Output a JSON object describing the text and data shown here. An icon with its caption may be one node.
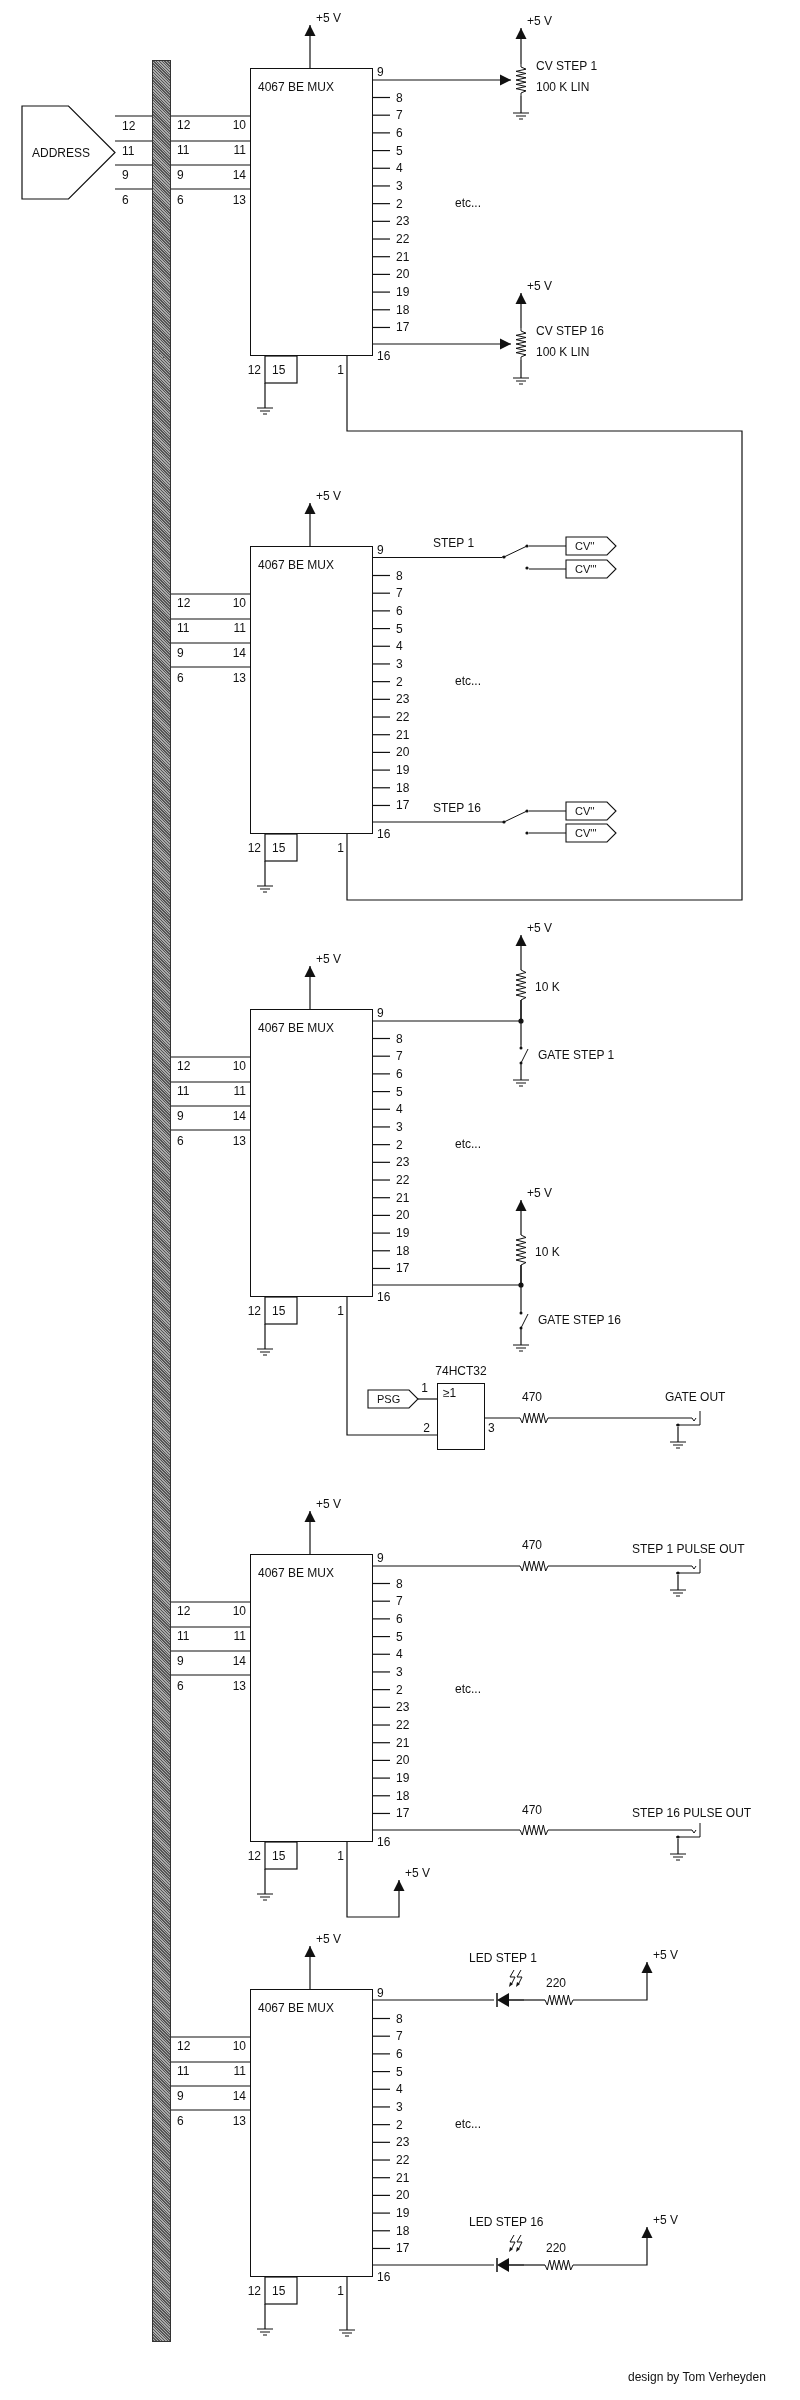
{
  "diagram": {
    "nodes": [
      {
        "text": [
          "ADDRESS"
        ]
      },
      {
        "text": [],
        "shape": "bar"
      },
      {
        "text": [
          "4067 BE MUX"
        ]
      },
      {
        "text": [],
        "shape": "potentiometer",
        "beside": [
          "CV STEP 1",
          "100 K LIN"
        ]
      },
      {
        "text": [],
        "shape": "potentiometer",
        "beside": [
          "CV STEP 16",
          "100 K LIN"
        ]
      },
      {
        "text": [
          "4067 BE MUX"
        ]
      },
      {
        "text": [],
        "shape": "switch"
      },
      {
        "text": [
          "CV''"
        ]
      },
      {
        "text": [
          "CV'''"
        ]
      },
      {
        "text": [],
        "shape": "switch"
      },
      {
        "text": [
          "CV''"
        ]
      },
      {
        "text": [
          "CV'''"
        ]
      },
      {
        "text": [
          "4067 BE MUX"
        ]
      },
      {
        "text": [],
        "shape": "resistor",
        "beside": [
          "10 K"
        ]
      },
      {
        "text": [],
        "shape": "switch",
        "beside": [
          "GATE STEP 1"
        ]
      },
      {
        "text": [],
        "shape": "resistor",
        "beside": [
          "10 K"
        ]
      },
      {
        "text": [],
        "shape": "switch",
        "beside": [
          "GATE STEP 16"
        ]
      },
      {
        "text": [
          "74HCT32",
          "≥1"
        ]
      },
      {
        "text": [
          "PSG"
        ]
      },
      {
        "text": [],
        "shape": "resistor",
        "beside": [
          "470"
        ]
      },
      {
        "text": [],
        "shape": "jack",
        "beside": [
          "GATE OUT"
        ]
      },
      {
        "text": [
          "4067 BE MUX"
        ]
      },
      {
        "text": [],
        "shape": "resistor",
        "beside": [
          "470"
        ]
      },
      {
        "text": [],
        "shape": "jack",
        "beside": [
          "STEP 1 PULSE OUT"
        ]
      },
      {
        "text": [],
        "shape": "resistor",
        "beside": [
          "470"
        ]
      },
      {
        "text": [],
        "shape": "jack",
        "beside": [
          "STEP 16 PULSE OUT"
        ]
      },
      {
        "text": [
          "4067 BE MUX"
        ]
      },
      {
        "text": [],
        "shape": "diode",
        "beside": [
          "LED STEP 1"
        ]
      },
      {
        "text": [],
        "shape": "resistor",
        "beside": [
          "220"
        ]
      },
      {
        "text": [],
        "shape": "diode",
        "beside": [
          "LED STEP 16"
        ]
      },
      {
        "text": [],
        "shape": "resistor",
        "beside": [
          "220"
        ]
      },
      {
        "text": [
          "+5 V"
        ]
      },
      {
        "text": [
          "+5 V"
        ]
      },
      {
        "text": [
          "+5 V"
        ]
      },
      {
        "text": [
          "+5 V"
        ]
      },
      {
        "text": [
          "+5 V"
        ]
      },
      {
        "text": [
          "+5 V"
        ]
      },
      {
        "text": [
          "+5 V"
        ]
      },
      {
        "text": [
          "+5 V"
        ]
      },
      {
        "text": [
          "+5 V"
        ]
      },
      {
        "text": [
          "+5 V"
        ]
      },
      {
        "text": [
          "+5 V"
        ]
      },
      {
        "text": [
          "+5 V"
        ]
      }
    ],
    "edges": [
      {
        "from": 0,
        "to": 1,
        "arrow": "none"
      },
      {
        "from": 0,
        "to": 1,
        "arrow": "none"
      },
      {
        "from": 0,
        "to": 1,
        "arrow": "none"
      },
      {
        "from": 0,
        "to": 1,
        "arrow": "none"
      },
      {
        "from": 1,
        "to": 2,
        "arrow": "none"
      },
      {
        "from": 1,
        "to": 2,
        "arrow": "none"
      },
      {
        "from": 1,
        "to": 2,
        "arrow": "none"
      },
      {
        "from": 1,
        "to": 2,
        "arrow": "none"
      },
      {
        "from": 2,
        "to": 3,
        "arrow": "to"
      },
      {
        "from": 2,
        "to": 4,
        "arrow": "to"
      },
      {
        "from": 2,
        "to": 5,
        "arrow": "none"
      },
      {
        "from": 1,
        "to": 5,
        "arrow": "none"
      },
      {
        "from": 1,
        "to": 5,
        "arrow": "none"
      },
      {
        "from": 1,
        "to": 5,
        "arrow": "none"
      },
      {
        "from": 1,
        "to": 5,
        "arrow": "none"
      },
      {
        "from": 5,
        "to": 6,
        "arrow": "none",
        "label": "STEP 1"
      },
      {
        "from": 6,
        "to": 7,
        "arrow": "none"
      },
      {
        "from": 6,
        "to": 8,
        "arrow": "none"
      },
      {
        "from": 5,
        "to": 9,
        "arrow": "none",
        "label": "STEP 16"
      },
      {
        "from": 9,
        "to": 10,
        "arrow": "none"
      },
      {
        "from": 9,
        "to": 11,
        "arrow": "none"
      },
      {
        "from": 1,
        "to": 12,
        "arrow": "none"
      },
      {
        "from": 1,
        "to": 12,
        "arrow": "none"
      },
      {
        "from": 1,
        "to": 12,
        "arrow": "none"
      },
      {
        "from": 1,
        "to": 12,
        "arrow": "none"
      },
      {
        "from": 12,
        "to": 13,
        "arrow": "none"
      },
      {
        "from": 13,
        "to": 14,
        "arrow": "none"
      },
      {
        "from": 12,
        "to": 15,
        "arrow": "none"
      },
      {
        "from": 15,
        "to": 16,
        "arrow": "none"
      },
      {
        "from": 12,
        "to": 17,
        "arrow": "none"
      },
      {
        "from": 18,
        "to": 17,
        "arrow": "none"
      },
      {
        "from": 17,
        "to": 19,
        "arrow": "none"
      },
      {
        "from": 19,
        "to": 20,
        "arrow": "none"
      },
      {
        "from": 1,
        "to": 21,
        "arrow": "none"
      },
      {
        "from": 1,
        "to": 21,
        "arrow": "none"
      },
      {
        "from": 1,
        "to": 21,
        "arrow": "none"
      },
      {
        "from": 1,
        "to": 21,
        "arrow": "none"
      },
      {
        "from": 21,
        "to": 22,
        "arrow": "none"
      },
      {
        "from": 22,
        "to": 23,
        "arrow": "none"
      },
      {
        "from": 21,
        "to": 24,
        "arrow": "none"
      },
      {
        "from": 24,
        "to": 25,
        "arrow": "none"
      },
      {
        "from": 1,
        "to": 26,
        "arrow": "none"
      },
      {
        "from": 1,
        "to": 26,
        "arrow": "none"
      },
      {
        "from": 1,
        "to": 26,
        "arrow": "none"
      },
      {
        "from": 1,
        "to": 26,
        "arrow": "none"
      },
      {
        "from": 26,
        "to": 27,
        "arrow": "none"
      },
      {
        "from": 27,
        "to": 28,
        "arrow": "none"
      },
      {
        "from": 26,
        "to": 29,
        "arrow": "none"
      },
      {
        "from": 29,
        "to": 30,
        "arrow": "none"
      },
      {
        "from": 2,
        "to": 31,
        "arrow": "to"
      },
      {
        "from": 3,
        "to": 32,
        "arrow": "to"
      },
      {
        "from": 4,
        "to": 33,
        "arrow": "to"
      },
      {
        "from": 5,
        "to": 34,
        "arrow": "to"
      },
      {
        "from": 12,
        "to": 35,
        "arrow": "to"
      },
      {
        "from": 13,
        "to": 36,
        "arrow": "to"
      },
      {
        "from": 15,
        "to": 37,
        "arrow": "to"
      },
      {
        "from": 21,
        "to": 38,
        "arrow": "to"
      },
      {
        "from": 21,
        "to": 39,
        "arrow": "to"
      },
      {
        "from": 26,
        "to": 40,
        "arrow": "to"
      },
      {
        "from": 28,
        "to": 41,
        "arrow": "to"
      },
      {
        "from": 30,
        "to": 42,
        "arrow": "to"
      }
    ],
    "labels": [
      "12",
      "11",
      "9",
      "6",
      "9",
      "12",
      "11",
      "9",
      "6",
      "10",
      "11",
      "14",
      "13",
      "8",
      "7",
      "6",
      "5",
      "4",
      "3",
      "2",
      "23",
      "22",
      "21",
      "20",
      "19",
      "18",
      "17",
      "16",
      "12",
      "15",
      "1",
      "etc...",
      "9",
      "12",
      "11",
      "9",
      "6",
      "10",
      "11",
      "14",
      "13",
      "8",
      "7",
      "6",
      "5",
      "4",
      "3",
      "2",
      "23",
      "22",
      "21",
      "20",
      "19",
      "18",
      "17",
      "16",
      "12",
      "15",
      "1",
      "etc...",
      "9",
      "12",
      "11",
      "9",
      "6",
      "10",
      "11",
      "14",
      "13",
      "8",
      "7",
      "6",
      "5",
      "4",
      "3",
      "2",
      "23",
      "22",
      "21",
      "20",
      "19",
      "18",
      "17",
      "16",
      "12",
      "15",
      "1",
      "etc...",
      "1",
      "2",
      "3",
      "9",
      "12",
      "11",
      "9",
      "6",
      "10",
      "11",
      "14",
      "13",
      "8",
      "7",
      "6",
      "5",
      "4",
      "3",
      "2",
      "23",
      "22",
      "21",
      "20",
      "19",
      "18",
      "17",
      "16",
      "12",
      "15",
      "1",
      "etc...",
      "9",
      "12",
      "11",
      "9",
      "6",
      "10",
      "11",
      "14",
      "13",
      "8",
      "7",
      "6",
      "5",
      "4",
      "3",
      "2",
      "23",
      "22",
      "21",
      "20",
      "19",
      "18",
      "17",
      "16",
      "12",
      "15",
      "1",
      "etc...",
      "design by Tom Verheyden"
    ]
  }
}
